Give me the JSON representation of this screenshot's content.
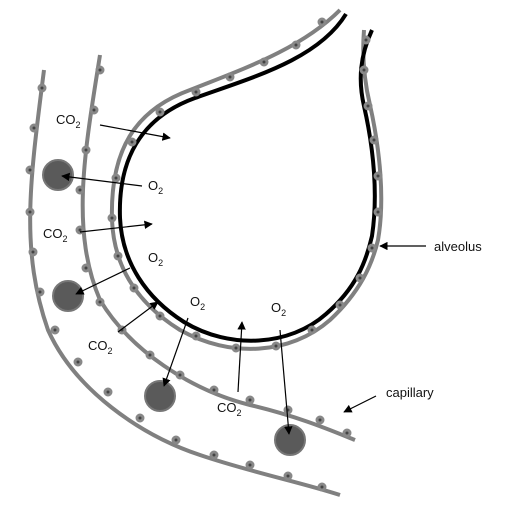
{
  "labels": {
    "alveolus": "alveolus",
    "capillary": "capillary",
    "co2_main": "CO",
    "co2_sub": "2",
    "o2_main": "O",
    "o2_sub": "2"
  },
  "colors": {
    "alveolus_wall": "#000000",
    "capillary_wall": "#808080",
    "cell_nucleus": "#444444",
    "red_blood_cell": "#5a5a5a",
    "arrow": "#000000"
  }
}
